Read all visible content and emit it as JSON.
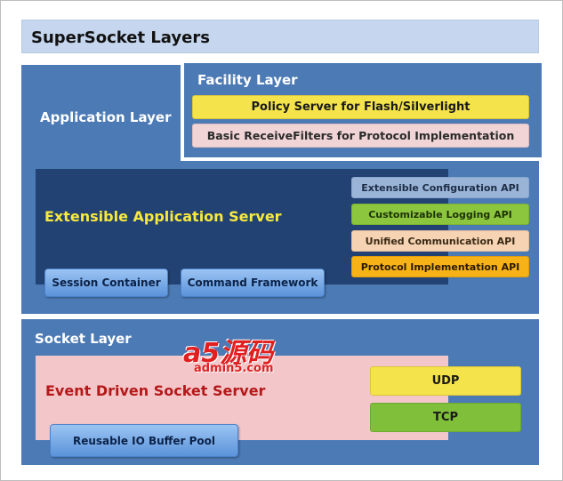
{
  "title": "SuperSocket Layers",
  "application_layer": {
    "label": "Application Layer",
    "facility_layer": {
      "label": "Facility Layer",
      "items": [
        "Policy Server for Flash/Silverlight",
        "Basic ReceiveFilters for Protocol Implementation"
      ]
    },
    "extensible_server": {
      "label": "Extensible Application Server",
      "apis": [
        "Extensible Configuration API",
        "Customizable Logging API",
        "Unified Communication API",
        "Protocol Implementation API"
      ],
      "components": [
        "Session Container",
        "Command Framework"
      ]
    }
  },
  "socket_layer": {
    "label": "Socket Layer",
    "server": {
      "label": "Event Driven Socket Server",
      "protocols": [
        "UDP",
        "TCP"
      ],
      "component": "Reusable IO Buffer Pool"
    }
  },
  "watermark": {
    "main": "a5源码",
    "sub": "admin5.com"
  },
  "colors": {
    "layer_blue": "#4c7ab5",
    "server_navy": "#224273",
    "server_title_yellow": "#f8ea3c",
    "socket_server_pink": "#f3c7ca",
    "socket_server_title_red": "#b51818"
  }
}
